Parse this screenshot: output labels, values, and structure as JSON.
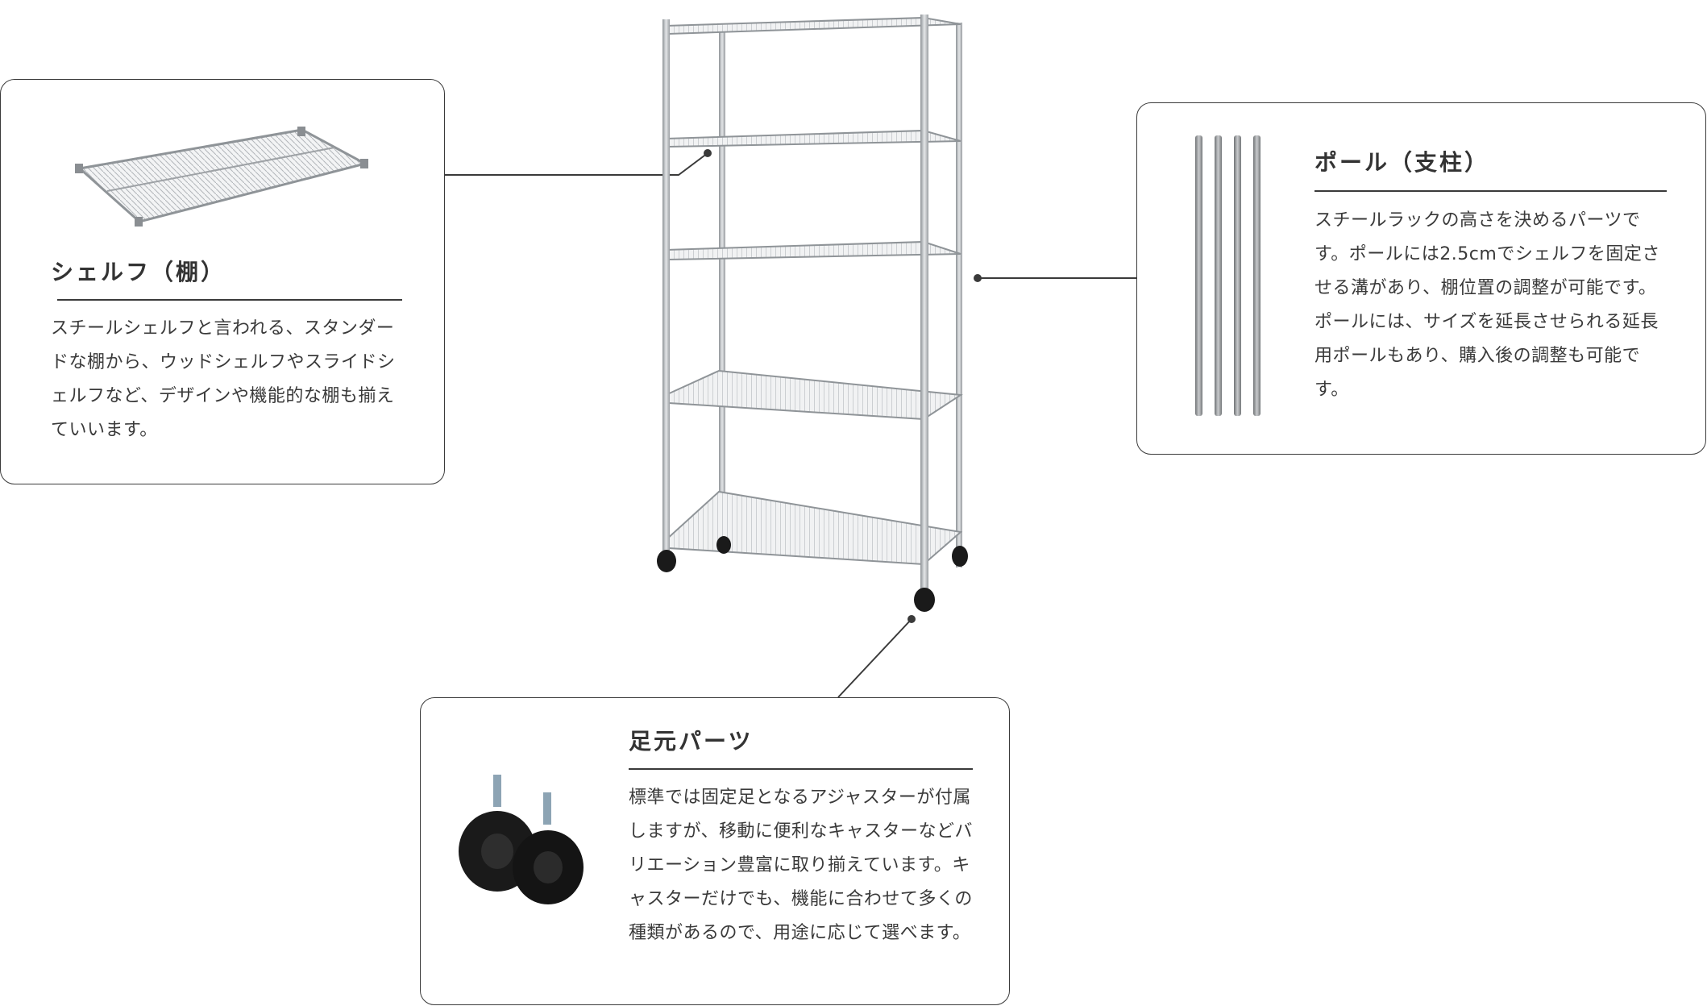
{
  "cards": {
    "shelf": {
      "title": "シェルフ（棚）",
      "body": "スチールシェルフと言われる、スタンダードな棚から、ウッドシェルフやスライドシェルフなど、デザインや機能的な棚も揃えていいます。"
    },
    "pole": {
      "title": "ポール（支柱）",
      "body": "スチールラックの高さを決めるパーツです。ポールには2.5cmでシェルフを固定させる溝があり、棚位置の調整が可能です。ポールには、サイズを延長させられる延長用ポールもあり、購入後の調整も可能です。"
    },
    "foot": {
      "title": "足元パーツ",
      "body": "標準では固定足となるアジャスターが付属しますが、移動に便利なキャスターなどバリエーション豊富に取り揃えています。キャスターだけでも、機能に合わせて多くの種類があるので、用途に応じて選べます。"
    }
  },
  "colors": {
    "border": "#3a3a3a",
    "text": "#333333",
    "chrome": "#b8bcc0",
    "caster": "#1a1a1a"
  },
  "icons": {
    "rack": "steel-rack-image",
    "shelf": "wire-shelf-image",
    "pole": "pole-image",
    "caster": "caster-image"
  }
}
